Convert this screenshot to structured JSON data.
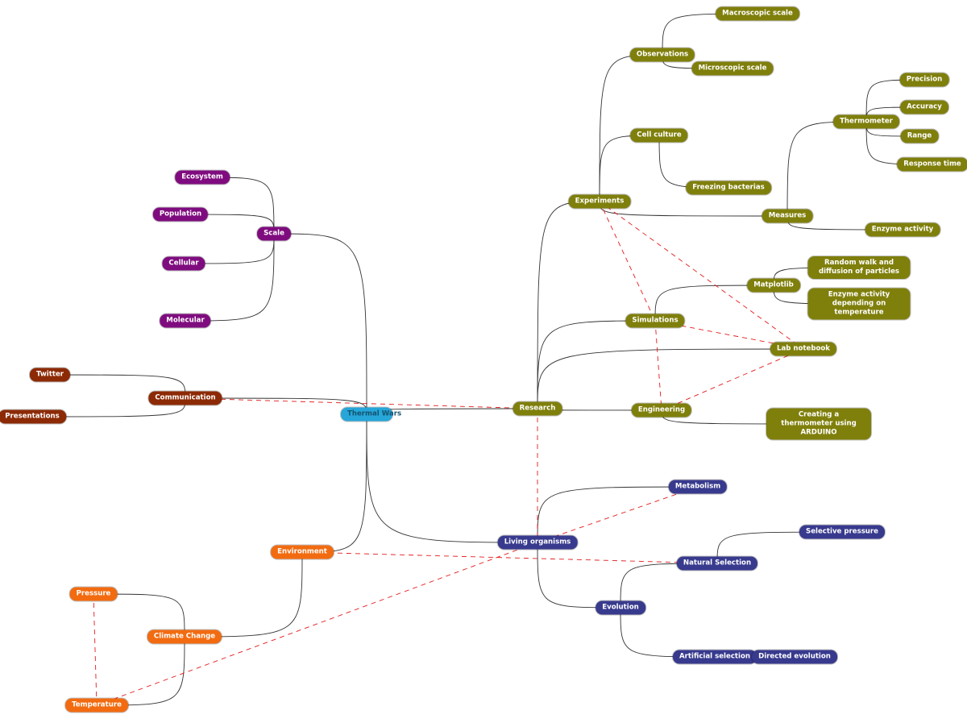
{
  "colors": {
    "root": "#26a6d9",
    "research": "#7f7f0c",
    "living": "#383a8e",
    "environment": "#f26b10",
    "scale": "#7f0c7f",
    "communication": "#8c2a05",
    "tree_link": "#333333",
    "cross_link": "#e41a1c"
  },
  "nodes": {
    "thermal_wars": "Thermal Wars",
    "scale": "Scale",
    "ecosystem": "Ecosystem",
    "population": "Population",
    "cellular": "Cellular",
    "molecular": "Molecular",
    "communication": "Communication",
    "twitter": "Twitter",
    "presentations": "Presentations",
    "environment": "Environment",
    "climate_change": "Climate Change",
    "pressure": "Pressure",
    "temperature": "Temperature",
    "research": "Research",
    "experiments": "Experiments",
    "observations": "Observations",
    "macroscopic_scale": "Macroscopic scale",
    "microscopic_scale": "Microscopic scale",
    "cell_culture": "Cell culture",
    "freezing_bacterias": "Freezing bacterias",
    "measures": "Measures",
    "thermometer": "Thermometer",
    "precision": "Precision",
    "accuracy": "Accuracy",
    "range": "Range",
    "response_time": "Response time",
    "enzyme_activity": "Enzyme activity",
    "simulations": "Simulations",
    "matplotlib": "Matplotlib",
    "random_walk": "Random walk and diffusion of particles",
    "enzyme_activity_temp": "Enzyme activity depending on temperature",
    "lab_notebook": "Lab notebook",
    "engineering": "Engineering",
    "arduino_thermometer": "Creating a thermometer using ARDUINO",
    "living_organisms": "Living organisms",
    "metabolism": "Metabolism",
    "natural_selection": "Natural Selection",
    "selective_pressure": "Selective  pressure",
    "evolution": "Evolution",
    "artificial_selection": "Artificial selection",
    "directed_evolution": "Directed evolution"
  }
}
